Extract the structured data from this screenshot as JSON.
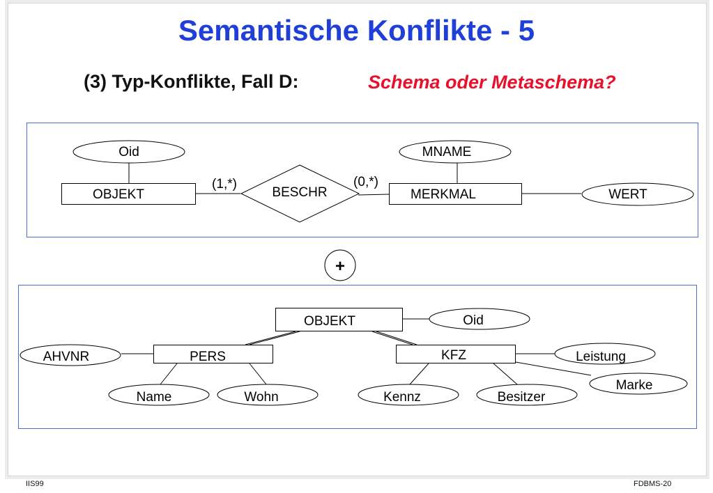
{
  "slide": {
    "title": "Semantische Konflikte - 5",
    "subtitle": "(3) Typ-Konflikte, Fall D:",
    "question": "Schema oder Metaschema?",
    "footer_left": "IIS99",
    "footer_right": "FDBMS-20",
    "title_color": "#1f3fd6",
    "question_color": "#e8102a",
    "panel_border_color": "#4a6fd1"
  },
  "diagram_top": {
    "entities": {
      "objekt": "OBJEKT",
      "merkmal": "MERKMAL"
    },
    "relationship": "BESCHR",
    "attributes": {
      "oid": "Oid",
      "mname": "MNAME",
      "wert": "WERT"
    },
    "cardinalities": {
      "left": "(1,*)",
      "right": "(0,*)"
    }
  },
  "plus_symbol": "+",
  "diagram_bottom": {
    "entities": {
      "objekt": "OBJEKT",
      "pers": "PERS",
      "kfz": "KFZ"
    },
    "attributes": {
      "oid": "Oid",
      "ahvnr": "AHVNR",
      "name": "Name",
      "wohn": "Wohn",
      "kennz": "Kennz",
      "besitzer": "Besitzer",
      "leistung": "Leistung",
      "marke": "Marke"
    }
  }
}
